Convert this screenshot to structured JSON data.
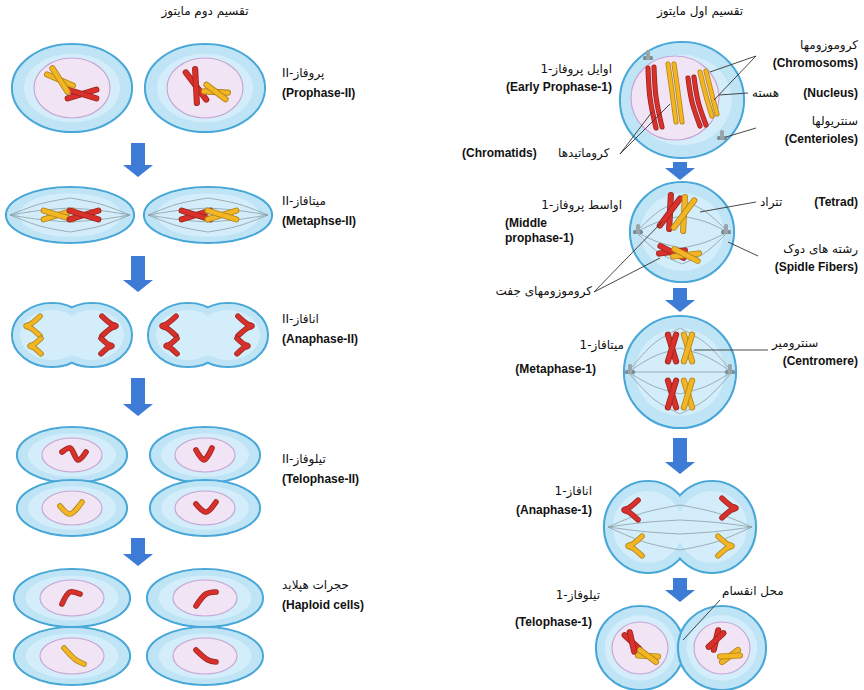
{
  "diagram": {
    "labels": [
      "تقسیم دوم مایتوز",
      "تقسیم اول مایتوز",
      "اوایل پروفاز-1",
      "(Early Prophase-1)",
      "کروموزومها",
      "(Chromosoms)",
      "هسته",
      "(Nucleus)",
      "سنتریولها",
      "(Centerioles)",
      "کروماتیدها",
      "(Chromatids)",
      "تتراد",
      "(Tetrad)",
      "اواسط پروفاز-1",
      "(Middle prophase-1)",
      "رشته های دوک",
      "(Spidle Fibers)",
      "کروموزومهای جفت",
      "سنترومیر",
      "(Centromere)",
      "میتافاز-1",
      "(Metaphase-1)",
      "انافاز-1",
      "(Anaphase-1)",
      "تیلوفاز-1",
      "(Telophase-1)",
      "محل انقسام",
      "پروفاز-II",
      "(Prophase-II)",
      "میتافاز-II",
      "(Metaphse-II)",
      "انافاز-II",
      "(Anaphase-II)",
      "تیلوفاز-II",
      "(Telophase-II)",
      "حجرات هپلاید",
      "(Haploid cells)"
    ]
  }
}
